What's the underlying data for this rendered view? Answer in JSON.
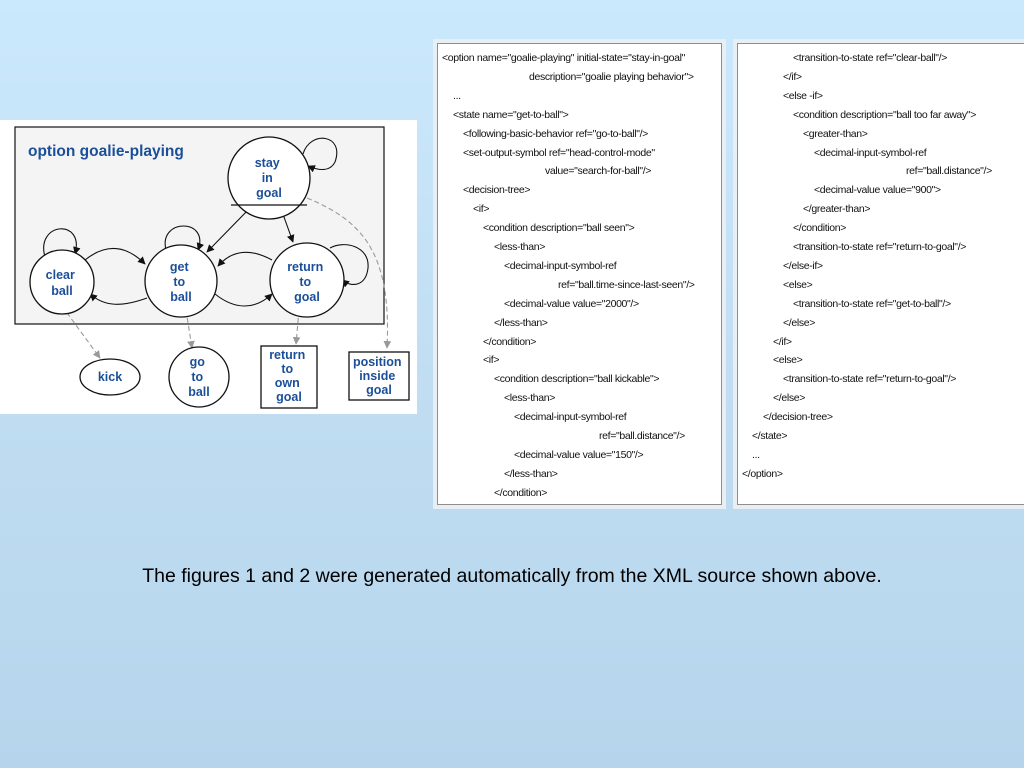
{
  "diagram": {
    "title": "option goalie-playing",
    "states": {
      "stay_in_goal": [
        "stay",
        "in",
        "goal"
      ],
      "clear_ball": [
        "clear",
        "ball"
      ],
      "get_to_ball": [
        "get",
        "to",
        "ball"
      ],
      "return_to_goal": [
        "return",
        "to",
        "goal"
      ]
    },
    "behaviors": {
      "kick": [
        "kick"
      ],
      "go_to_ball": [
        "go",
        "to",
        "ball"
      ],
      "return_to_own_goal": [
        "return",
        "to",
        "own",
        "goal"
      ],
      "position_inside_goal": [
        "position",
        "inside",
        "goal"
      ]
    }
  },
  "xml_left": [
    "<option name=\"goalie-playing\" initial-state=\"stay-in-goal\"",
    "description=\"goalie playing behavior\">",
    "...",
    "<state name=\"get-to-ball\">",
    "<following-basic-behavior ref=\"go-to-ball\"/>",
    "<set-output-symbol ref=\"head-control-mode\"",
    "value=\"search-for-ball\"/>",
    "<decision-tree>",
    "<if>",
    "<condition description=\"ball seen\">",
    "<less-than>",
    "<decimal-input-symbol-ref",
    "ref=\"ball.time-since-last-seen\"/>",
    "<decimal-value value=\"2000\"/>",
    "</less-than>",
    "</condition>",
    "<if>",
    "<condition description=\"ball kickable\">",
    "<less-than>",
    "<decimal-input-symbol-ref",
    "ref=\"ball.distance\"/>",
    "<decimal-value value=\"150\"/>",
    "</less-than>",
    "</condition>"
  ],
  "xml_right": [
    "<transition-to-state ref=\"clear-ball\"/>",
    "</if>",
    "<else -if>",
    "<condition description=\"ball too far away\">",
    "<greater-than>",
    "<decimal-input-symbol-ref",
    "ref=\"ball.distance\"/>",
    "<decimal-value value=\"900\">",
    "</greater-than>",
    "</condition>",
    "<transition-to-state ref=\"return-to-goal\"/>",
    "</else-if>",
    "<else>",
    "<transition-to-state ref=\"get-to-ball\"/>",
    "</else>",
    "</if>",
    "<else>",
    "<transition-to-state ref=\"return-to-goal\"/>",
    "</else>",
    "</decision-tree>",
    "</state>",
    "...",
    "</option>"
  ],
  "caption": "The figures 1 and 2 were generated automatically from the XML source shown above."
}
